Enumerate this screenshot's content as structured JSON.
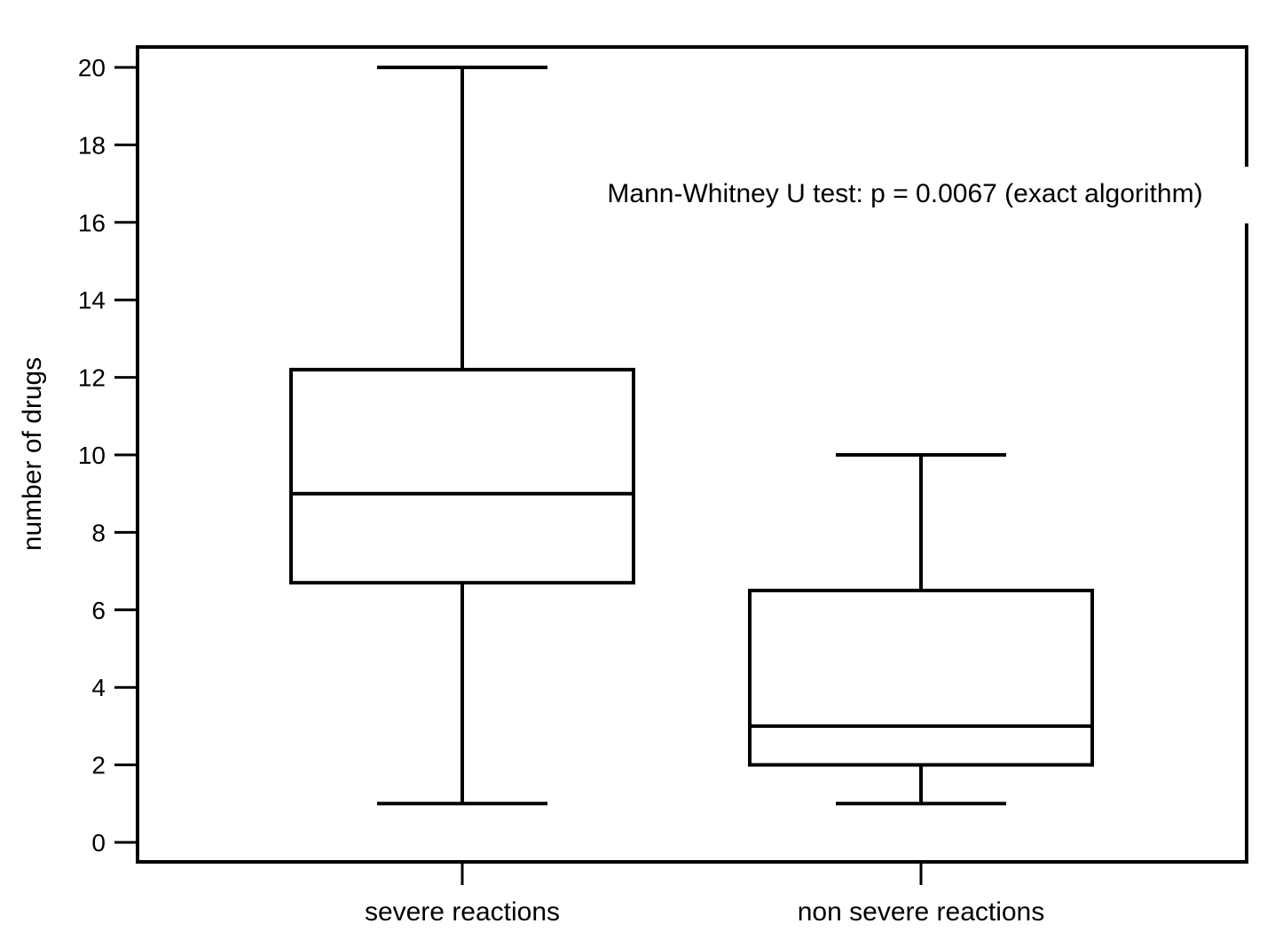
{
  "chart_data": {
    "type": "boxplot",
    "ylabel": "number of drugs",
    "xlabel": "",
    "ylim": [
      0,
      20
    ],
    "yticks": [
      "0",
      "2",
      "4",
      "6",
      "8",
      "10",
      "12",
      "14",
      "16",
      "18",
      "20"
    ],
    "categories": [
      "severe reactions",
      "non severe reactions"
    ],
    "boxes": [
      {
        "category": "severe reactions",
        "min": 1,
        "q1": 6.7,
        "median": 9,
        "q3": 12.2,
        "max": 20
      },
      {
        "category": "non severe reactions",
        "min": 1,
        "q1": 2,
        "median": 3,
        "q3": 6.5,
        "max": 10
      }
    ],
    "annotation": "Mann-Whitney U test: p = 0.0067 (exact algorithm)",
    "grid": false
  },
  "colors": {
    "stroke": "#000000",
    "background": "#ffffff"
  }
}
